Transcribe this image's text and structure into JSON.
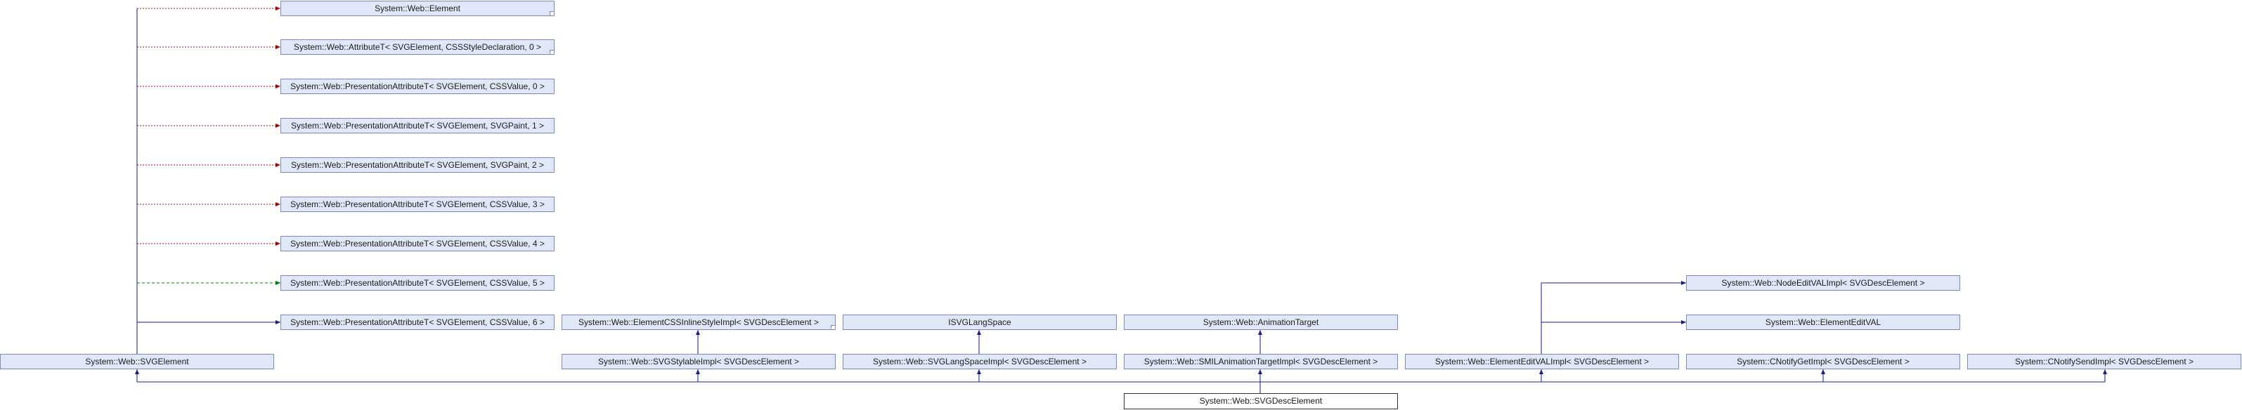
{
  "colors": {
    "node_fill": "#e0e8f8",
    "node_border": "#7a8cbf",
    "inheritance_edge": "#19198c",
    "template_edge": "#b40000",
    "dashed_green_edge": "#008000"
  },
  "nodes": {
    "element": "System::Web::Element",
    "attr_css": "System::Web::AttributeT< SVGElement, CSSStyleDeclaration, 0 >",
    "pres_css0": "System::Web::PresentationAttributeT< SVGElement, CSSValue, 0 >",
    "pres_paint1": "System::Web::PresentationAttributeT< SVGElement, SVGPaint, 1 >",
    "pres_paint2": "System::Web::PresentationAttributeT< SVGElement, SVGPaint, 2 >",
    "pres_css3": "System::Web::PresentationAttributeT< SVGElement, CSSValue, 3 >",
    "pres_css4": "System::Web::PresentationAttributeT< SVGElement, CSSValue, 4 >",
    "pres_css5": "System::Web::PresentationAttributeT< SVGElement, CSSValue, 5 >",
    "pres_css6": "System::Web::PresentationAttributeT< SVGElement, CSSValue, 6 >",
    "svg_element": "System::Web::SVGElement",
    "css_inline": "System::Web::ElementCSSInlineStyleImpl< SVGDescElement >",
    "isvg_lang": "ISVGLangSpace",
    "anim_target": "System::Web::AnimationTarget",
    "svg_stylable": "System::Web::SVGStylableImpl< SVGDescElement >",
    "svg_langspace": "System::Web::SVGLangSpaceImpl< SVGDescElement >",
    "smil_anim": "System::Web::SMILAnimationTargetImpl< SVGDescElement >",
    "node_editval": "System::Web::NodeEditVALImpl< SVGDescElement >",
    "element_editval": "System::Web::ElementEditVAL",
    "element_editval_impl": "System::Web::ElementEditVALImpl< SVGDescElement >",
    "cnotify_get": "System::CNotifyGetImpl< SVGDescElement >",
    "cnotify_send": "System::CNotifySendImpl< SVGDescElement >",
    "svg_desc": "System::Web::SVGDescElement"
  }
}
